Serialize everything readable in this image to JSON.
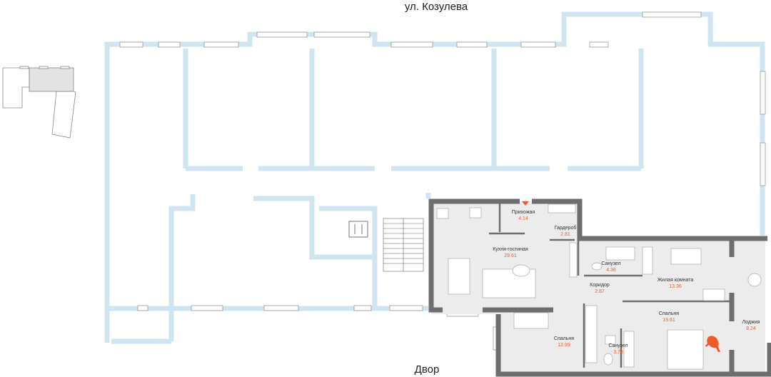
{
  "streets": {
    "top": "ул. Козулева",
    "bottom": "Двор"
  },
  "colors": {
    "outer_wall": "#cfe5ef",
    "apartment_wall": "#6e6e6e",
    "floor": "#ececec",
    "accent": "#f05a28"
  },
  "rooms": [
    {
      "name": "Прихожая",
      "area": "4.14"
    },
    {
      "name": "Гардероб",
      "area": "2.81"
    },
    {
      "name": "Кухня-гостиная",
      "area": "29.61"
    },
    {
      "name": "Санузел",
      "area": "4.36"
    },
    {
      "name": "Жилая комната",
      "area": "13.36"
    },
    {
      "name": "Коридор",
      "area": "2.87"
    },
    {
      "name": "Спальня",
      "area": "19.61"
    },
    {
      "name": "Лоджия",
      "area": "8.24"
    },
    {
      "name": "Спальня",
      "area": "12.99"
    },
    {
      "name": "Санузел",
      "area": "3.78"
    }
  ],
  "icons": {
    "entrance": "entrance-arrow-icon",
    "elevator": "elevator-icon",
    "cat": "cat-icon"
  }
}
